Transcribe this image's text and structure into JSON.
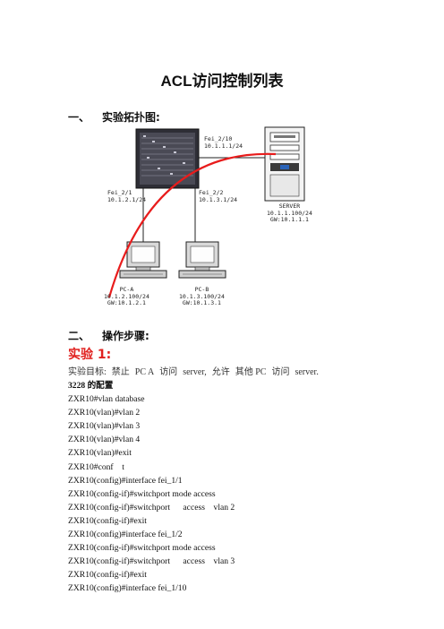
{
  "title": "ACL访问控制列表",
  "section1": {
    "num": "一、",
    "label": "实验拓扑图:"
  },
  "section2": {
    "num": "二、",
    "label": "操作步骤:"
  },
  "topology": {
    "switch_port_top": [
      "Fei_2/10",
      "10.1.1.1/24"
    ],
    "switch_port_left": [
      "Fei_2/1",
      "10.1.2.1/24"
    ],
    "switch_port_right": [
      "Fei_2/2",
      "10.1.3.1/24"
    ],
    "server": [
      "SERVER",
      "10.1.1.100/24",
      "GW:10.1.1.1"
    ],
    "pc_a": [
      "PC-A",
      "10.1.2.100/24",
      "GW:10.1.2.1"
    ],
    "pc_b": [
      "PC-B",
      "10.1.3.100/24",
      "GW:10.1.3.1"
    ]
  },
  "experiment": {
    "heading": "实验 1:",
    "goal_words": [
      "实验目标:",
      "禁止",
      "PC A",
      "访问",
      "server,",
      "允许",
      "其他 PC",
      "访问",
      "server."
    ]
  },
  "code_lines": [
    "3228 的配置",
    "ZXR10#vlan database",
    "ZXR10(vlan)#vlan 2",
    "ZXR10(vlan)#vlan 3",
    "ZXR10(vlan)#vlan 4",
    "ZXR10(vlan)#exit",
    "ZXR10#conf    t",
    "ZXR10(config)#interface fei_1/1",
    "ZXR10(config-if)#switchport mode access",
    "ZXR10(config-if)#switchport      access    vlan 2",
    "ZXR10(config-if)#exit",
    "ZXR10(config)#interface fei_1/2",
    "ZXR10(config-if)#switchport mode access",
    "ZXR10(config-if)#switchport      access    vlan 3",
    "ZXR10(config-if)#exit",
    "ZXR10(config)#interface fei_1/10"
  ]
}
